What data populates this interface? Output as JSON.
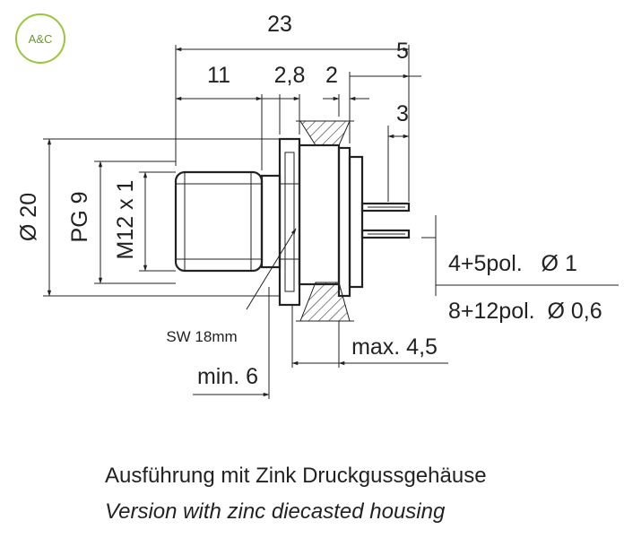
{
  "logo": {
    "text": "A&C",
    "color": "#9bc53d"
  },
  "dimensions": {
    "overall_length": "23",
    "thread_length": "11",
    "flange": "2,8",
    "nut": "2",
    "pin_length": "5",
    "pin_short": "3",
    "diameter": "Ø 20",
    "pg": "PG 9",
    "thread": "M12 x 1",
    "wrench": "SW 18mm",
    "min_panel": "min. 6",
    "max_panel": "max. 4,5"
  },
  "pin_notes": {
    "line1": "4+5pol.   Ø 1",
    "line2": "8+12pol.  Ø 0,6"
  },
  "caption": {
    "german": "Ausführung mit Zink Druckgussgehäuse",
    "english": "Version with zinc diecasted housing"
  }
}
